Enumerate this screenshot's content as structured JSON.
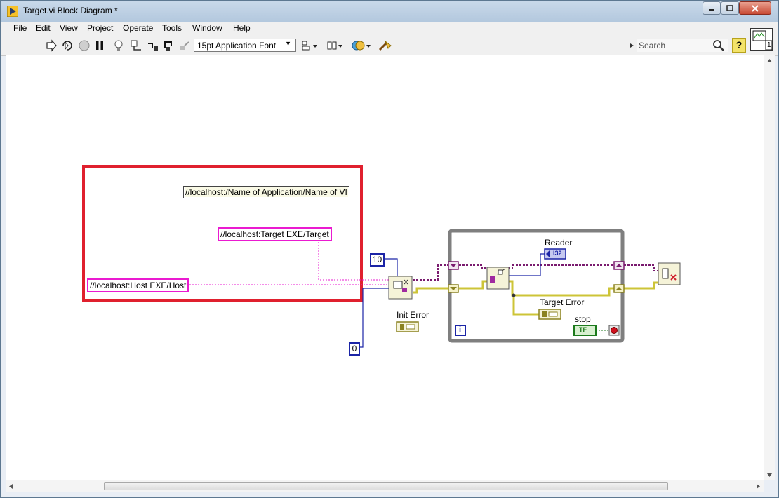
{
  "window": {
    "title": "Target.vi Block Diagram *"
  },
  "menu": [
    "File",
    "Edit",
    "View",
    "Project",
    "Operate",
    "Tools",
    "Window",
    "Help"
  ],
  "toolbar": {
    "font": "15pt Application Font",
    "search_placeholder": "Search",
    "help_label": "?",
    "connector_label": "1"
  },
  "diagram": {
    "constants": {
      "url_template": "//localhost:/Name of Application/Name of VI",
      "target": "//localhost:Target EXE/Target",
      "host": "//localhost:Host EXE/Host",
      "ten": "10",
      "zero": "0"
    },
    "labels": {
      "init_error": "Init Error",
      "reader": "Reader",
      "reader_type": "I32",
      "target_error": "Target Error",
      "stop": "stop",
      "stop_type": "TF",
      "loop_iteration": "i"
    },
    "colors": {
      "highlight_box": "#e0202e",
      "string_wire": "#ea1ad0",
      "error_wire": "#cdc437",
      "numeric_wire": "#1b24a6",
      "reference_wire": "#7a1b6f",
      "loop_border": "#7f7f7f",
      "boolean_wire": "#1c7a1c"
    }
  }
}
